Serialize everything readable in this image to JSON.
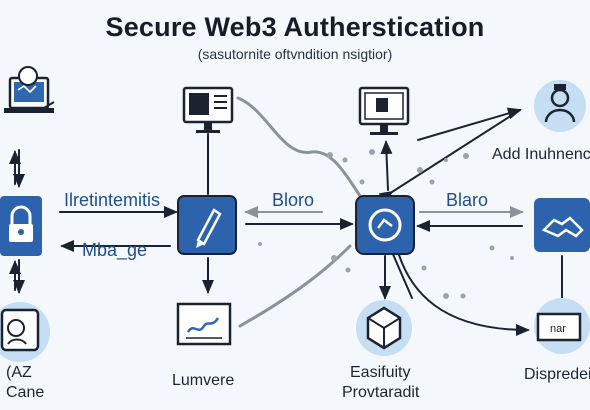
{
  "header": {
    "title": "Secure Web3 Autherstication",
    "subtitle": "(sasutornite oftvndition nsigtior)"
  },
  "labels": {
    "left_top": "Ilretintemitis",
    "left_mid": "Mba_ge",
    "center_left": "Bloro",
    "center_right": "Blaro",
    "right_top": "Add Inuhnenc",
    "bottom_left_a": "(AZ",
    "bottom_left_b": "Cane",
    "bottom_center_left": "Lumvere",
    "bottom_center_a": "Easifuity",
    "bottom_center_b": "Provtaradit",
    "bottom_right": "Dispredei",
    "screen_label": "nar"
  },
  "colors": {
    "accent": "#2f67b0",
    "node_fill": "#2d63ad",
    "circle_fill": "#c6def3",
    "stroke_dark": "#1b2330",
    "background": "#f4f7fb"
  },
  "icons": [
    "monitor-icon",
    "lock-icon",
    "pen-icon",
    "shield-icon",
    "handshake-icon",
    "user-icon",
    "face-id-icon",
    "signature-icon",
    "cube-icon",
    "screen-icon"
  ]
}
